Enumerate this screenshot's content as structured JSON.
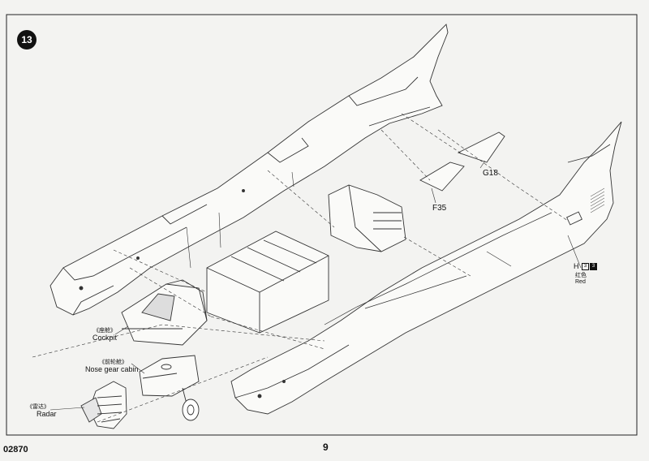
{
  "step": {
    "number": "13"
  },
  "page": {
    "number": "9",
    "kit_code": "02870"
  },
  "parts": {
    "g18": "G18",
    "f35": "F35",
    "h": "H"
  },
  "callouts": {
    "cockpit": {
      "cn": "《座舱》",
      "en": "Cockpit"
    },
    "nose_gear": {
      "cn": "《前轮舱》",
      "en": "Nose gear cabin"
    },
    "radar": {
      "cn": "《雷达》",
      "en": "Radar"
    }
  },
  "paint": {
    "label": "H",
    "codes": [
      "3",
      "3"
    ],
    "name_cn": "红色",
    "name_en": "Red",
    "swatch_color": "#111111"
  }
}
